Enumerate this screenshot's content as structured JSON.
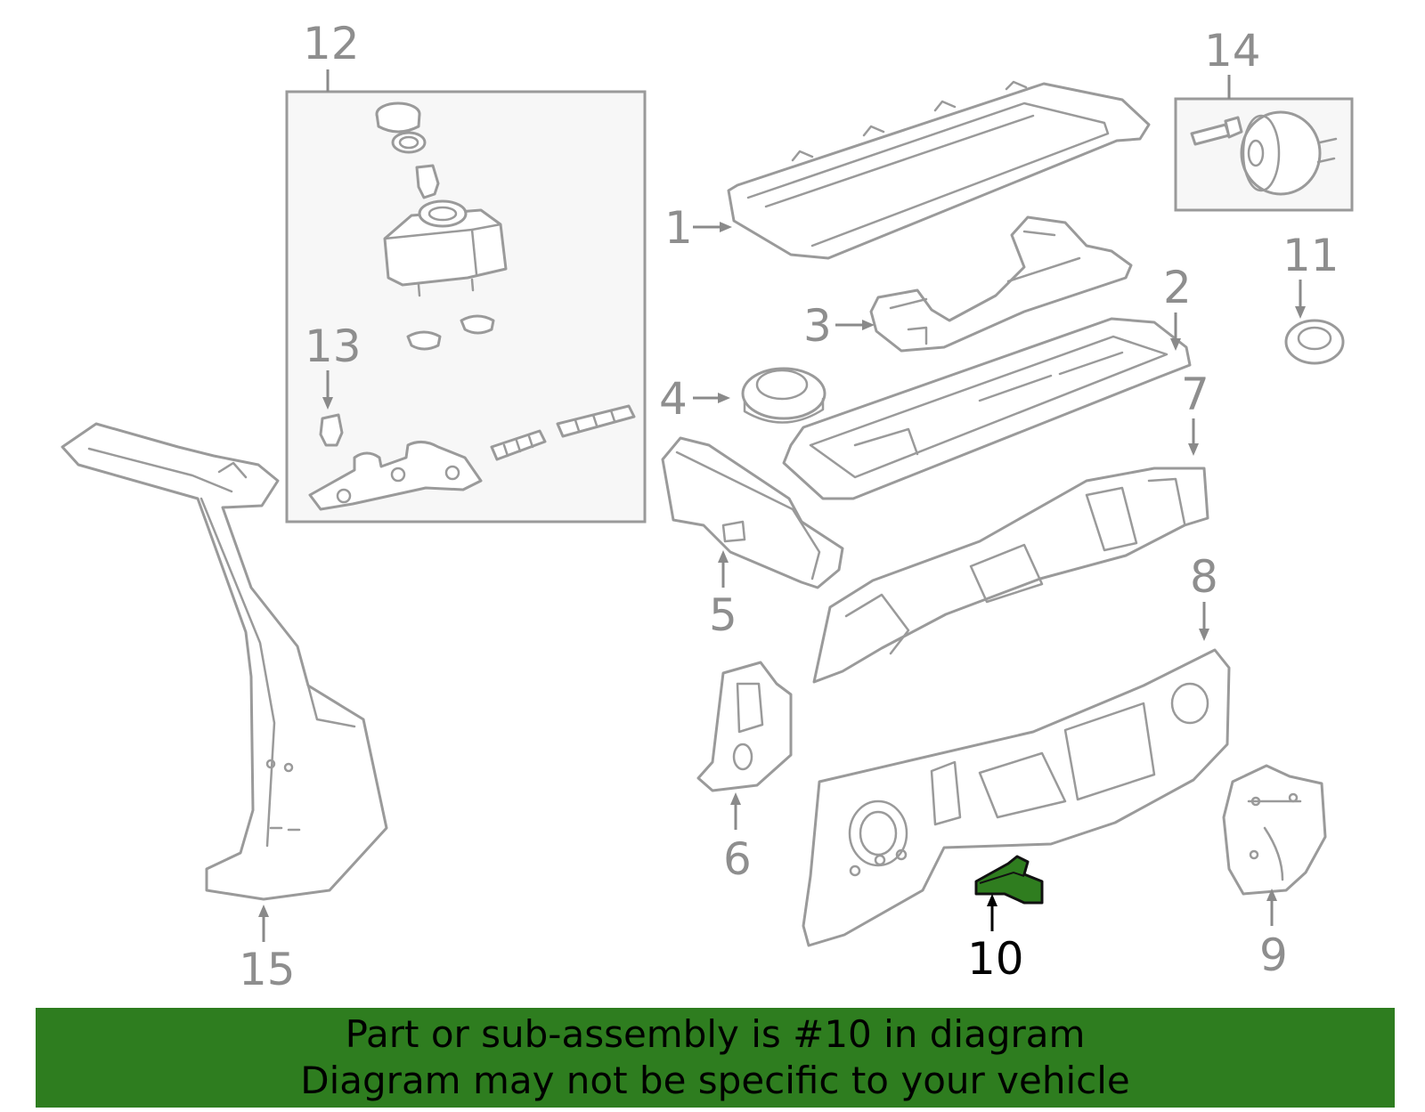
{
  "diagram": {
    "callouts": {
      "c1": "1",
      "c2": "2",
      "c3": "3",
      "c4": "4",
      "c5": "5",
      "c6": "6",
      "c7": "7",
      "c8": "8",
      "c9": "9",
      "c10": "10",
      "c11": "11",
      "c12": "12",
      "c13": "13",
      "c14": "14",
      "c15": "15"
    },
    "highlighted_part": "10",
    "colors": {
      "highlight": "#2f7d1f",
      "banner": "#2e7d1f",
      "line_art": "#9a9a9a"
    }
  },
  "banner": {
    "line1": "Part or sub-assembly is #10 in diagram",
    "line2": "Diagram may not be specific to your vehicle"
  }
}
